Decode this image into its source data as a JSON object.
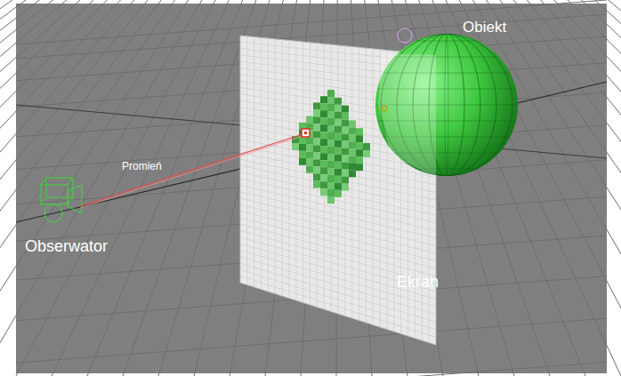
{
  "diagram": {
    "labels": [
      "Obiekt",
      "Promień",
      "Obserwator",
      "Ekran"
    ]
  }
}
